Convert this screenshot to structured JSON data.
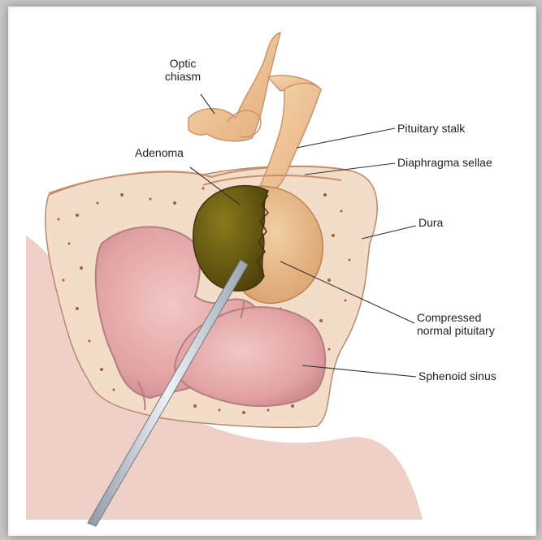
{
  "labels": {
    "optic_chiasm": "Optic\nchiasm",
    "pituitary_stalk": "Pituitary stalk",
    "adenoma": "Adenoma",
    "diaphragma_sellae": "Diaphragma sellae",
    "dura": "Dura",
    "compressed_normal_pituitary": "Compressed\nnormal pituitary",
    "sphenoid_sinus": "Sphenoid sinus"
  },
  "colors": {
    "bone": "#f3dcc8",
    "bone_speckle": "#a0623a",
    "sinus_pink": "#e3a6a6",
    "sinus_dark": "#cf8a8e",
    "mucosa": "#e9c2bd",
    "adenoma": "#6b5a10",
    "pituitary": "#e8b988",
    "nerve": "#f0c79b",
    "instrument": "#cfd6df"
  }
}
